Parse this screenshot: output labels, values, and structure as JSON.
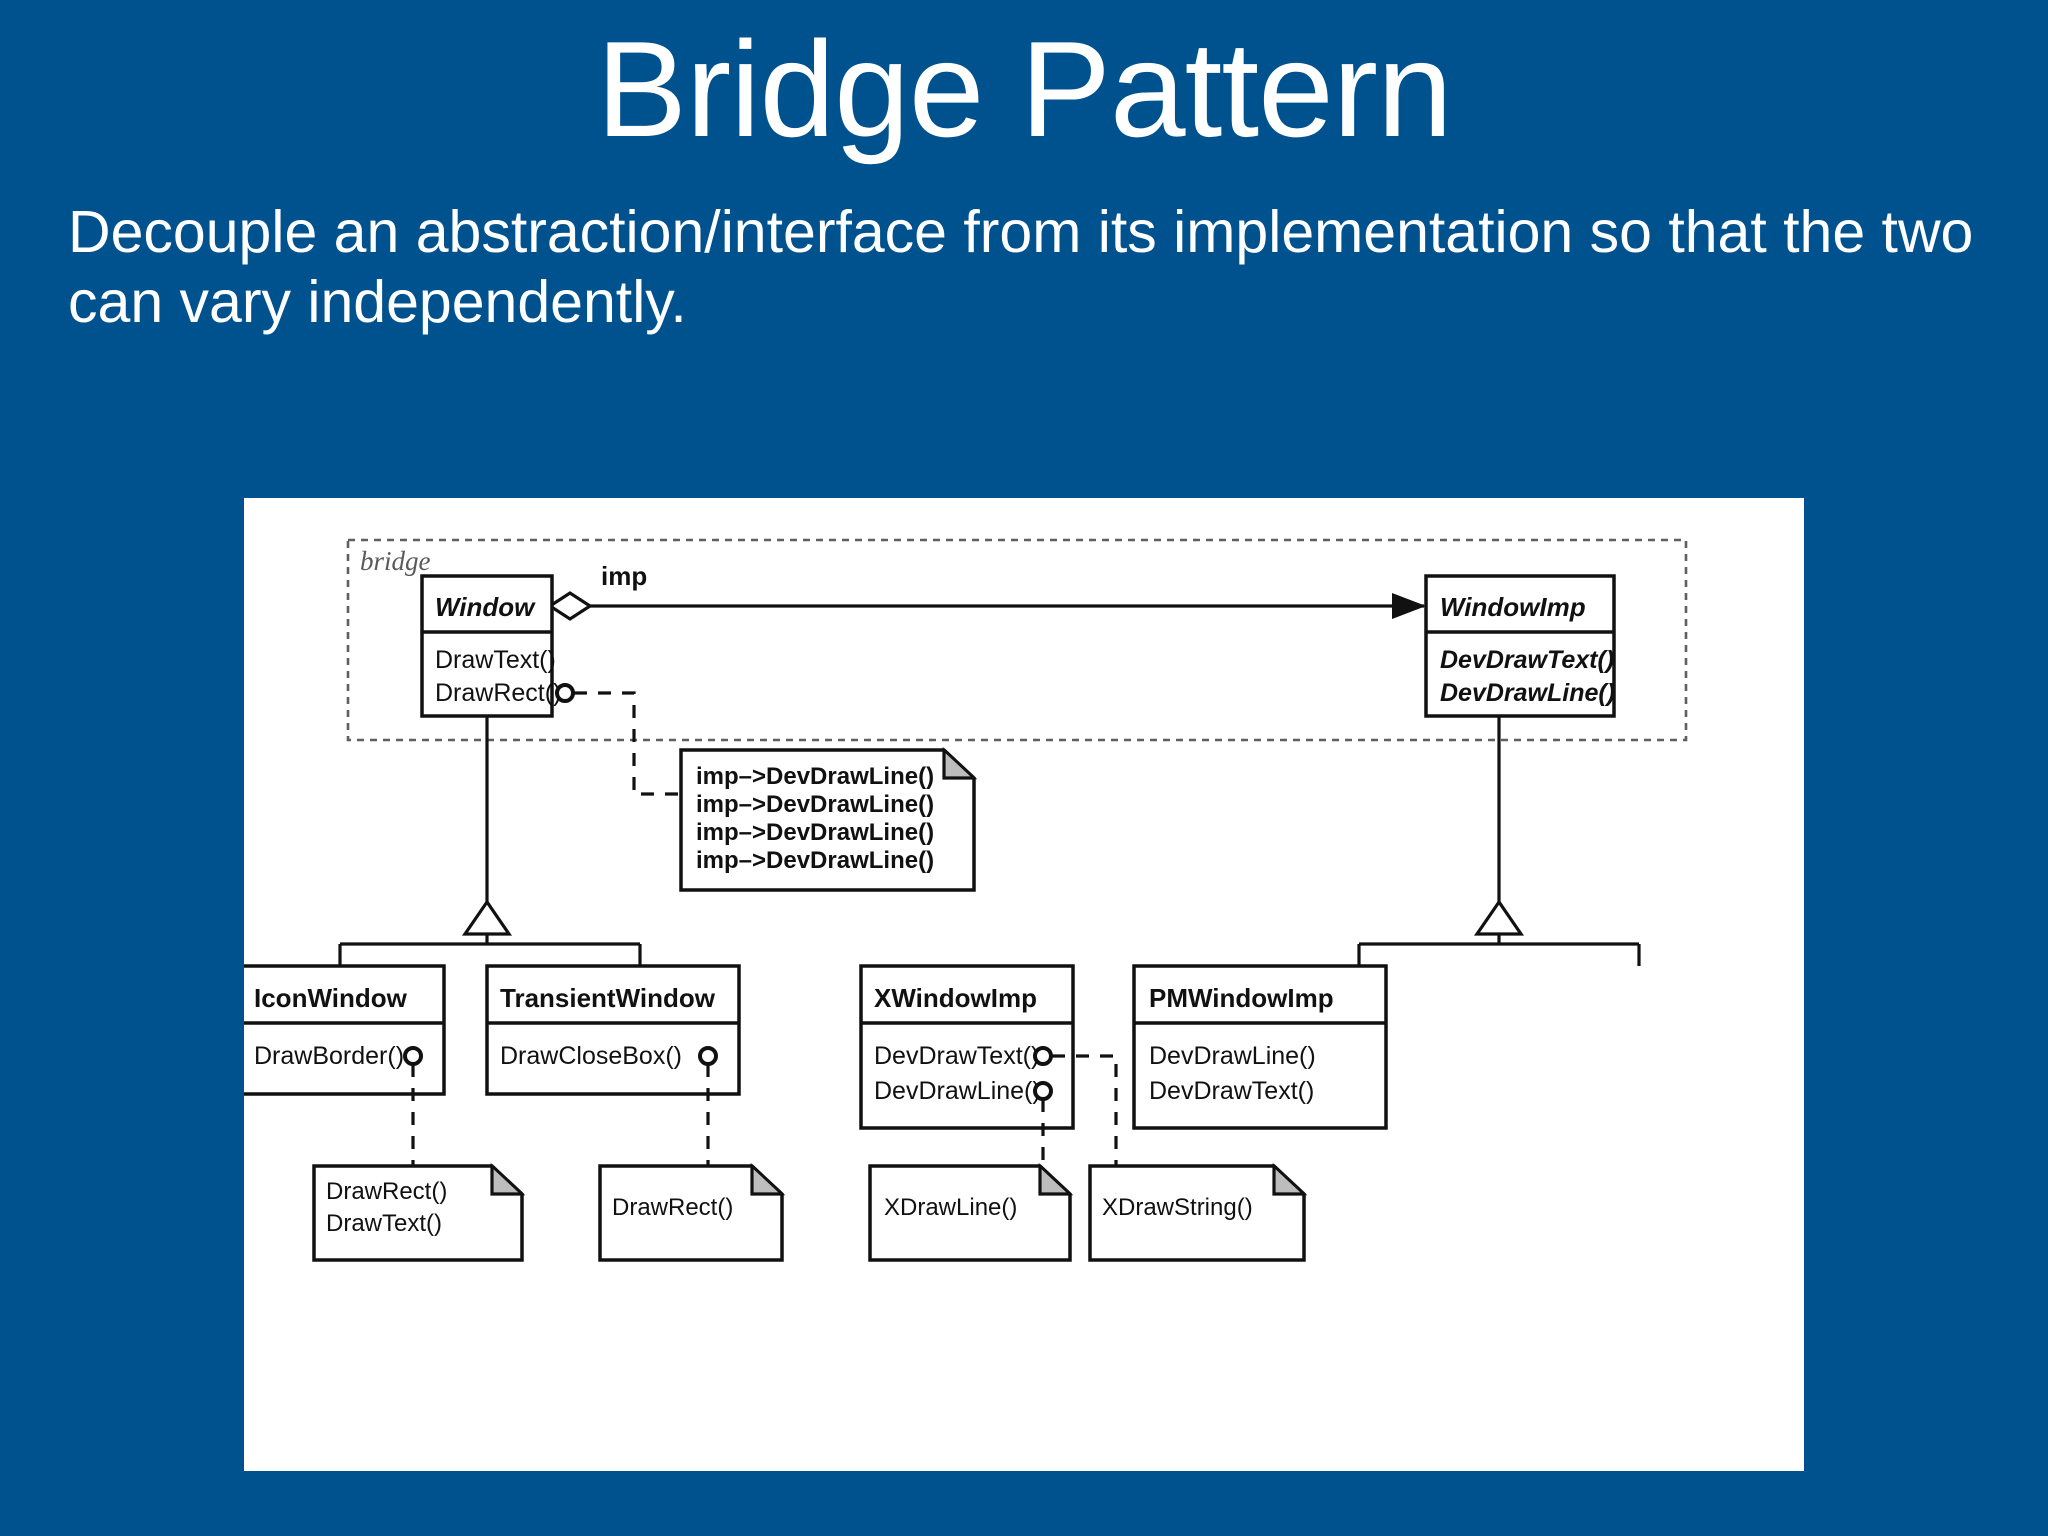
{
  "slide": {
    "title": "Bridge Pattern",
    "body": "Decouple an abstraction/interface from its implementation so that the two can vary independently.",
    "background_color": "#00528f",
    "title_color": "#ffffff",
    "panel_color": "#ffffff"
  },
  "diagram": {
    "package_label": "bridge",
    "association_label": "imp",
    "classes": {
      "window": {
        "name": "Window",
        "abstract": true,
        "operations": [
          "DrawText()",
          "DrawRect()"
        ]
      },
      "window_imp": {
        "name": "WindowImp",
        "abstract": true,
        "operations": [
          "DevDrawText()",
          "DevDrawLine()"
        ]
      },
      "icon_window": {
        "name": "IconWindow",
        "abstract": false,
        "operations": [
          "DrawBorder()"
        ]
      },
      "transient_window": {
        "name": "TransientWindow",
        "abstract": false,
        "operations": [
          "DrawCloseBox()"
        ]
      },
      "x_window_imp": {
        "name": "XWindowImp",
        "abstract": false,
        "operations": [
          "DevDrawText()",
          "DevDrawLine()"
        ]
      },
      "pm_window_imp": {
        "name": "PMWindowImp",
        "abstract": false,
        "operations": [
          "DevDrawLine()",
          "DevDrawText()"
        ]
      }
    },
    "notes": {
      "window_draw_rect": {
        "lines": [
          "imp–>DevDrawLine()",
          "imp–>DevDrawLine()",
          "imp–>DevDrawLine()",
          "imp–>DevDrawLine()"
        ]
      },
      "icon_window_border": {
        "lines": [
          "DrawRect()",
          "DrawText()"
        ]
      },
      "transient_window_closebox": {
        "lines": [
          "DrawRect()"
        ]
      },
      "x_draw_line": {
        "lines": [
          "XDrawLine()"
        ]
      },
      "x_draw_string": {
        "lines": [
          "XDrawString()"
        ]
      }
    }
  }
}
